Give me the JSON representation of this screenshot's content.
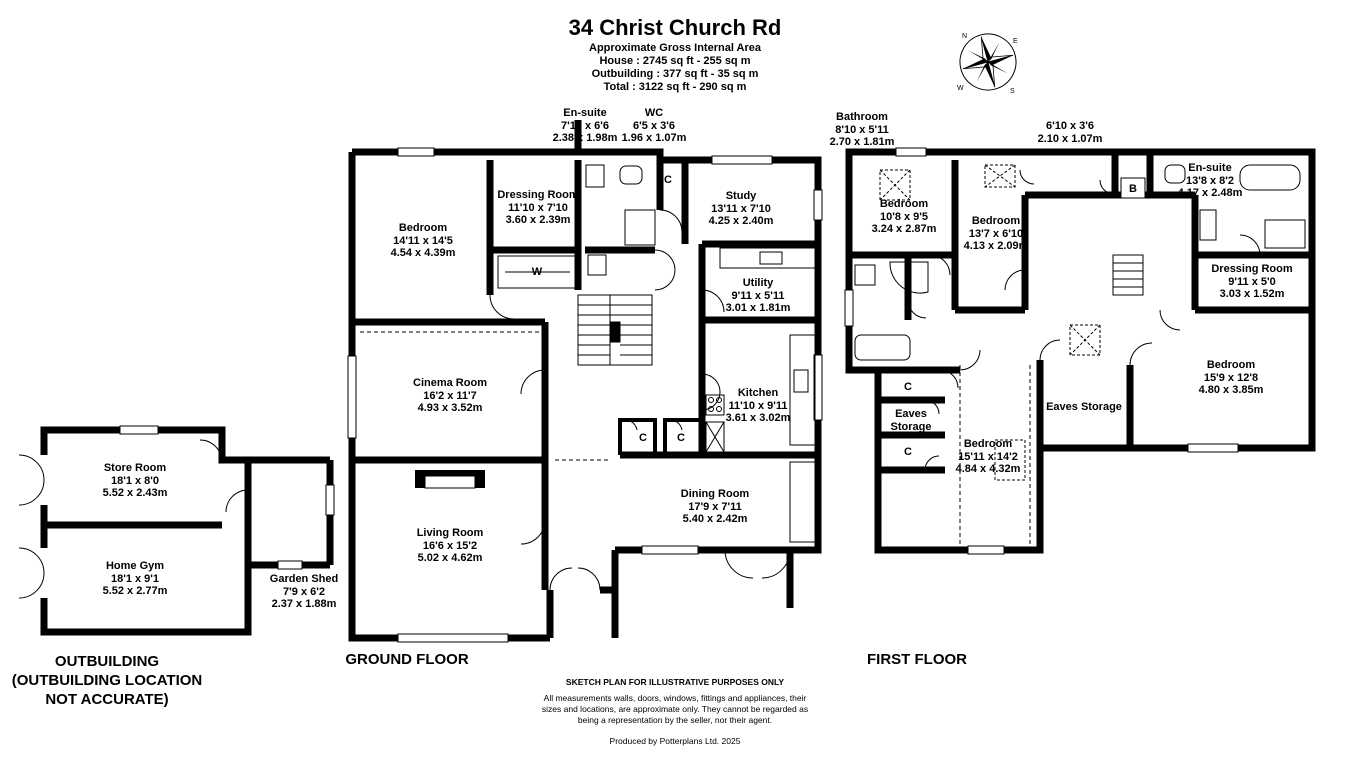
{
  "header": {
    "title": "34 Christ Church Rd",
    "area_label": "Approximate Gross Internal Area",
    "house": "House : 2745 sq ft - 255 sq m",
    "outbuilding": "Outbuilding : 377 sq ft - 35 sq m",
    "total": "Total : 3122 sq ft - 290 sq m"
  },
  "compass": {
    "n": "N",
    "e": "E",
    "s": "S",
    "w": "W"
  },
  "floors": {
    "outbuilding": [
      "OUTBUILDING",
      "(OUTBUILDING  LOCATION",
      "NOT ACCURATE)"
    ],
    "ground": "GROUND FLOOR",
    "first": "FIRST FLOOR"
  },
  "outbuilding_rooms": [
    {
      "name": "Store Room",
      "imperial": "18'1 x 8'0",
      "metric": "5.52 x 2.43m"
    },
    {
      "name": "Home Gym",
      "imperial": "18'1 x 9'1",
      "metric": "5.52 x 2.77m"
    },
    {
      "name": "Garden Shed",
      "imperial": "7'9 x 6'2",
      "metric": "2.37 x 1.88m"
    }
  ],
  "ground_rooms": [
    {
      "name": "Bedroom",
      "imperial": "14'11 x 14'5",
      "metric": "4.54 x 4.39m"
    },
    {
      "name": "Dressing Room",
      "imperial": "11'10 x 7'10",
      "metric": "3.60 x 2.39m"
    },
    {
      "name": "En-suite",
      "imperial": "7'10 x 6'6",
      "metric": "2.38 x 1.98m"
    },
    {
      "name": "WC",
      "imperial": "6'5 x 3'6",
      "metric": "1.96 x 1.07m"
    },
    {
      "name": "Study",
      "imperial": "13'11 x 7'10",
      "metric": "4.25 x 2.40m"
    },
    {
      "name": "Utility",
      "imperial": "9'11 x 5'11",
      "metric": "3.01 x 1.81m"
    },
    {
      "name": "Kitchen",
      "imperial": "11'10 x 9'11",
      "metric": "3.61 x 3.02m"
    },
    {
      "name": "Cinema Room",
      "imperial": "16'2 x 11'7",
      "metric": "4.93 x 3.52m"
    },
    {
      "name": "Living Room",
      "imperial": "16'6 x 15'2",
      "metric": "5.02 x 4.62m"
    },
    {
      "name": "Dining Room",
      "imperial": "17'9 x 7'11",
      "metric": "5.40 x 2.42m"
    }
  ],
  "first_rooms": [
    {
      "name": "Bathroom",
      "imperial": "8'10 x 5'11",
      "metric": "2.70 x 1.81m"
    },
    {
      "name": "Bedroom",
      "imperial": "10'8 x 9'5",
      "metric": "3.24 x 2.87m"
    },
    {
      "name": "Bedroom",
      "imperial": "13'7 x 6'10",
      "metric": "4.13 x 2.09m"
    },
    {
      "name": "",
      "imperial": "6'10 x 3'6",
      "metric": "2.10 x 1.07m"
    },
    {
      "name": "En-suite",
      "imperial": "13'8 x 8'2",
      "metric": "4.17 x 2.48m"
    },
    {
      "name": "Dressing Room",
      "imperial": "9'11 x 5'0",
      "metric": "3.03 x 1.52m"
    },
    {
      "name": "Bedroom",
      "imperial": "15'9 x 12'8",
      "metric": "4.80 x 3.85m"
    },
    {
      "name": "Bedroom",
      "imperial": "15'11 x 14'2",
      "metric": "4.84 x 4.32m"
    }
  ],
  "simple_labels": {
    "w": "W",
    "c": "C",
    "b": "B",
    "eaves_storage_a": "Eaves",
    "eaves_storage_b": "Storage",
    "eaves_storage": "Eaves Storage"
  },
  "footer": {
    "heading": "SKETCH PLAN FOR ILLUSTRATIVE PURPOSES ONLY",
    "disclaimer": [
      "All measurements walls, doors, windows, fittings and appliances, their",
      "sizes and locations, are approximate only. They cannot be regarded as",
      "being a representation by the seller, nor their agent."
    ],
    "producer": "Produced by Potterplans Ltd. 2025"
  },
  "colors": {
    "wall": "#000000",
    "background": "#ffffff",
    "window": "#ffffff"
  }
}
